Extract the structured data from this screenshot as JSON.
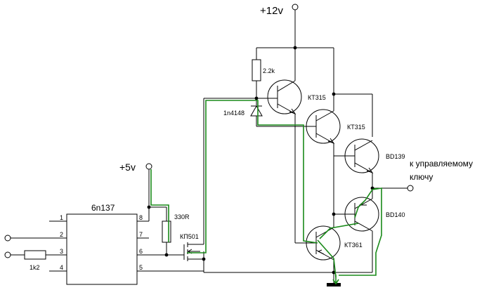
{
  "labels": {
    "supply12": "+12v",
    "supply5": "+5v",
    "ic": "6n137",
    "res_top": "2.2k",
    "diode": "1n4148",
    "res_ic": "330R",
    "fet": "КП501",
    "res_in": "1k2",
    "q1": "КТ315",
    "q2": "КТ315",
    "q3": "BD139",
    "q4": "BD140",
    "q5": "КТ361",
    "out_line1": "к управляемому",
    "out_line2": "ключу"
  },
  "pins": {
    "p1": "1",
    "p2": "2",
    "p3": "3",
    "p4": "4",
    "p5": "5",
    "p6": "6",
    "p7": "7",
    "p8": "8"
  },
  "colors": {
    "wire": "#000000",
    "highlight": "#1a8a1a"
  }
}
